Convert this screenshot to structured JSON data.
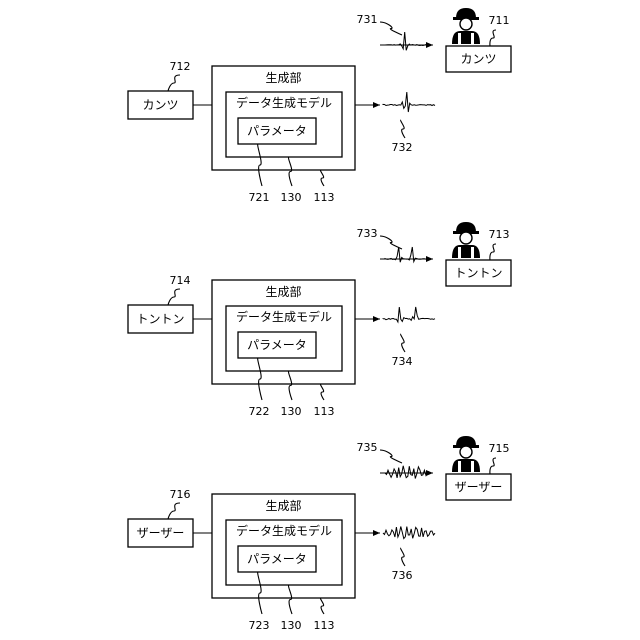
{
  "panels": [
    {
      "input_label": "カンツ",
      "input_ref": "712",
      "gen_label": "生成部",
      "model_label": "データ生成モデル",
      "param_label": "パラメータ",
      "param_ref": "721",
      "model_ref": "130",
      "gen_ref": "113",
      "out_wave_ref": "732",
      "ref_wave_ref": "731",
      "worker_label": "カンツ",
      "worker_ref": "711",
      "wave_style": "impulse"
    },
    {
      "input_label": "トントン",
      "input_ref": "714",
      "gen_label": "生成部",
      "model_label": "データ生成モデル",
      "param_label": "パラメータ",
      "param_ref": "722",
      "model_ref": "130",
      "gen_ref": "113",
      "out_wave_ref": "734",
      "ref_wave_ref": "733",
      "worker_label": "トントン",
      "worker_ref": "713",
      "wave_style": "double-impulse"
    },
    {
      "input_label": "ザーザー",
      "input_ref": "716",
      "gen_label": "生成部",
      "model_label": "データ生成モデル",
      "param_label": "パラメータ",
      "param_ref": "723",
      "model_ref": "130",
      "gen_ref": "113",
      "out_wave_ref": "736",
      "ref_wave_ref": "735",
      "worker_label": "ザーザー",
      "worker_ref": "715",
      "wave_style": "noise"
    }
  ],
  "icons": {
    "worker": "worker-helmet-icon"
  }
}
